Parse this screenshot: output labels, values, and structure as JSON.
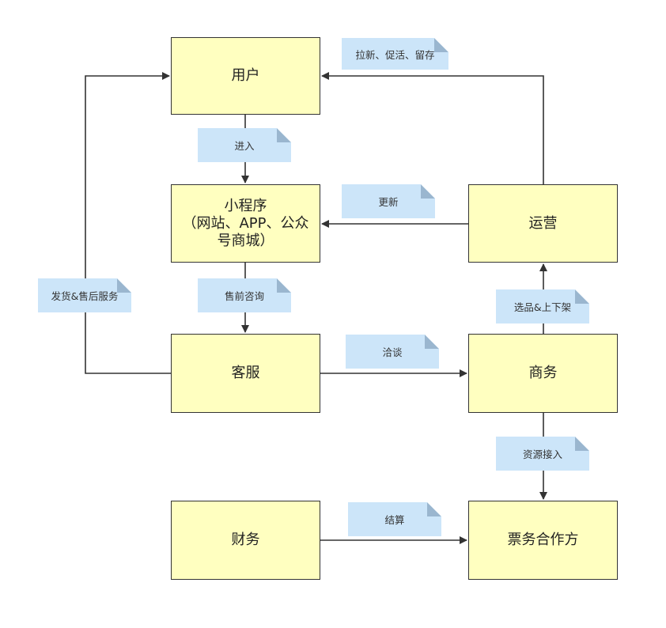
{
  "nodes": {
    "user": "用户",
    "miniprogram": "小程序\n（网站、APP、公众\n号商城）",
    "operations": "运营",
    "customer_service": "客服",
    "business": "商务",
    "finance": "财务",
    "ticket_partner": "票务合作方"
  },
  "notes": {
    "acquire": "拉新、促活、留存",
    "enter": "进入",
    "update": "更新",
    "presale": "售前咨询",
    "delivery": "发货&售后服务",
    "selection": "选品&上下架",
    "negotiate": "洽谈",
    "resource": "资源接入",
    "settle": "结算"
  },
  "colors": {
    "node_fill": "#ffffc0",
    "node_border": "#333333",
    "note_fill": "#cce5f9",
    "note_fold": "#9ab6cf",
    "line": "#333333"
  }
}
